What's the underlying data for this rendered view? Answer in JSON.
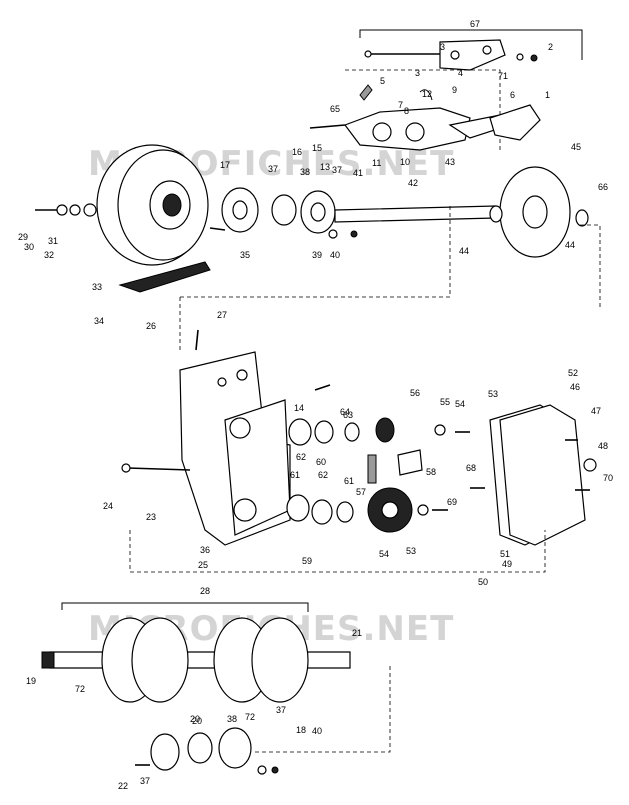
{
  "watermark": {
    "text": "MICROFICHES.NET"
  },
  "callouts": [
    "67",
    "3",
    "2",
    "5",
    "3",
    "4",
    "71",
    "1",
    "65",
    "12",
    "9",
    "6",
    "8",
    "7",
    "16",
    "15",
    "13",
    "11",
    "10",
    "45",
    "17",
    "37",
    "38",
    "37",
    "41",
    "42",
    "43",
    "66",
    "29",
    "30",
    "31",
    "32",
    "35",
    "39",
    "40",
    "44",
    "44",
    "33",
    "34",
    "26",
    "27",
    "52",
    "46",
    "56",
    "55",
    "54",
    "53",
    "14",
    "64",
    "63",
    "62",
    "60",
    "47",
    "48",
    "61",
    "62",
    "58",
    "68",
    "69",
    "70",
    "24",
    "23",
    "57",
    "36",
    "25",
    "61",
    "59",
    "54",
    "53",
    "51",
    "49",
    "50",
    "28",
    "21",
    "19",
    "72",
    "20",
    "72",
    "20",
    "38",
    "37",
    "18",
    "40",
    "22",
    "37"
  ],
  "colors": {
    "ink": "#000000",
    "paper": "#ffffff",
    "watermark": "#d4d4d4"
  }
}
